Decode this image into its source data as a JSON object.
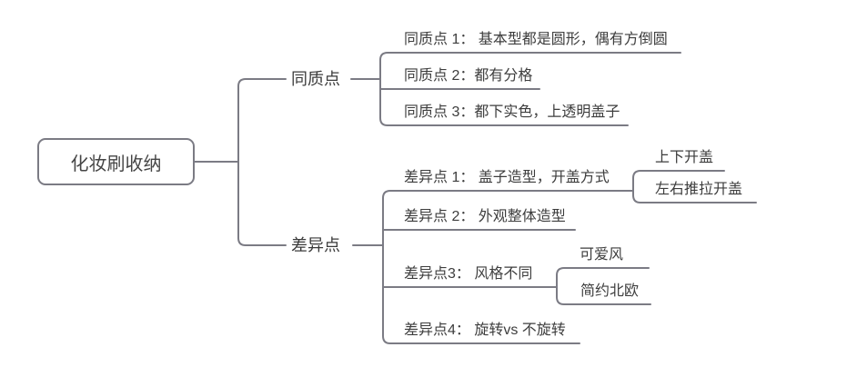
{
  "mindmap": {
    "root": {
      "label": "化妆刷收纳"
    },
    "branches": [
      {
        "label": "同质点",
        "children": [
          {
            "label": "同质点 1： 基本型都是圆形，偶有方倒圆"
          },
          {
            "label": "同质点 2：都有分格"
          },
          {
            "label": "同质点 3：都下实色，上透明盖子"
          }
        ]
      },
      {
        "label": "差异点",
        "children": [
          {
            "label": "差异点 1： 盖子造型，开盖方式",
            "children": [
              {
                "label": "上下开盖"
              },
              {
                "label": "左右推拉开盖"
              }
            ]
          },
          {
            "label": "差异点 2： 外观整体造型"
          },
          {
            "label": "差异点3： 风格不同",
            "children": [
              {
                "label": "可爱风"
              },
              {
                "label": "简约北欧"
              }
            ]
          },
          {
            "label": "差异点4： 旋转vs 不旋转"
          }
        ]
      }
    ],
    "colors": {
      "line": "#7b7b84",
      "text": "#3d3d3d"
    }
  }
}
